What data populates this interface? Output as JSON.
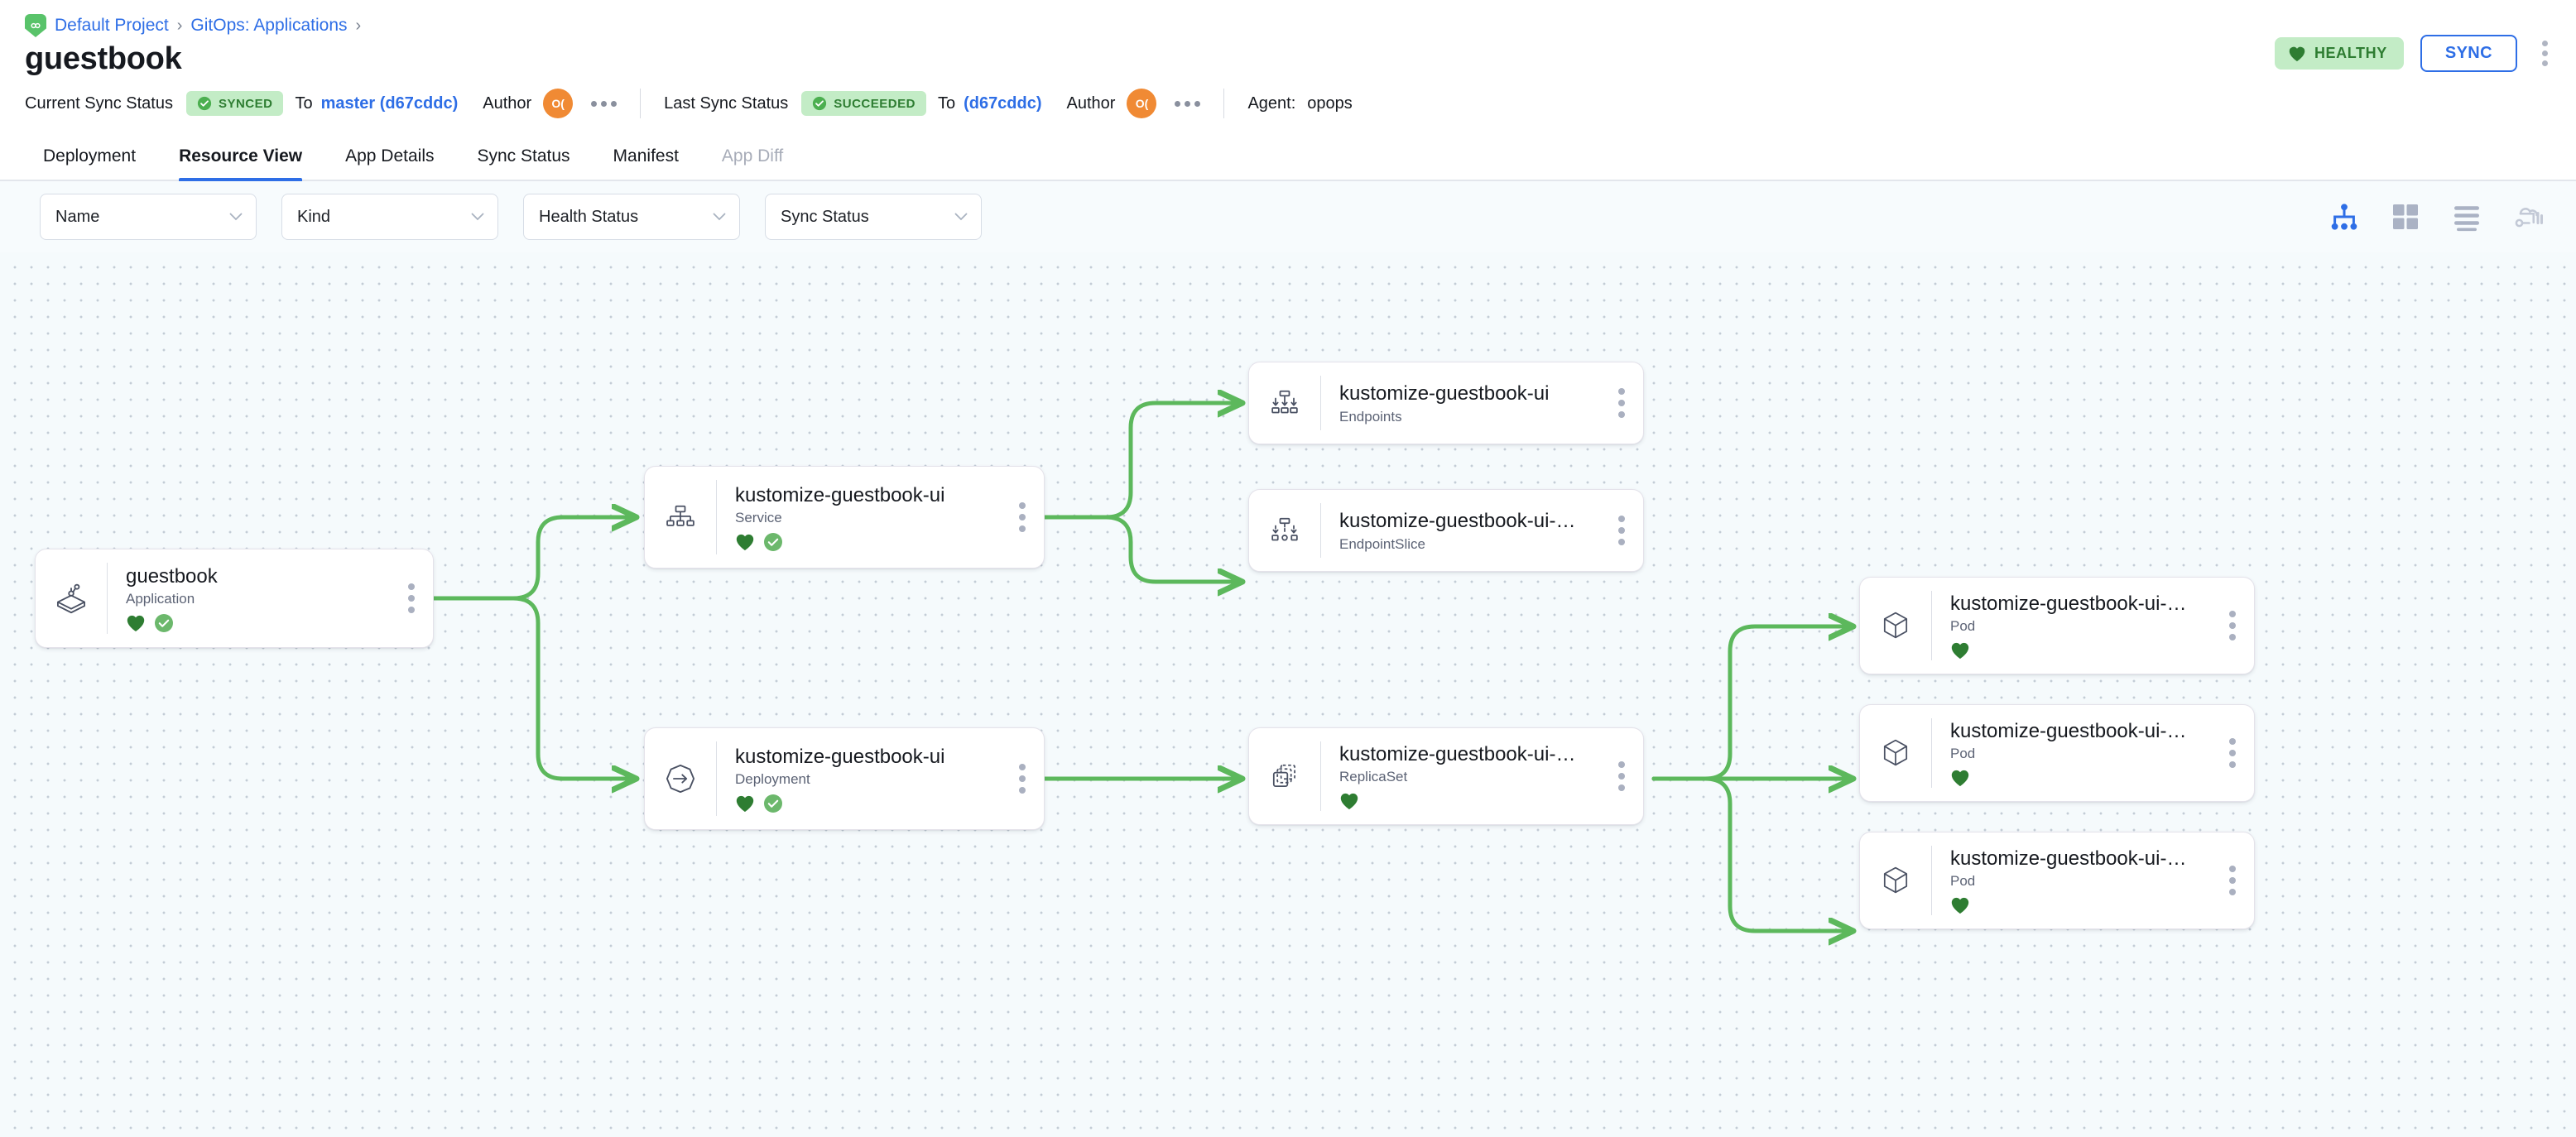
{
  "header": {
    "breadcrumb": [
      {
        "label": "Default Project",
        "icon": "harness-logo-icon"
      },
      {
        "label": "GitOps: Applications"
      }
    ],
    "separator": "›",
    "title": "guestbook",
    "health_badge": {
      "label": "HEALTHY",
      "icon": "heart-icon",
      "bg": "#c3ecc6",
      "fg": "#2e7d32"
    },
    "sync_button": {
      "label": "SYNC",
      "color": "#2e6ee6"
    },
    "more_menu_icon": "kebab-vertical-icon"
  },
  "status_bar": {
    "current_sync": {
      "label": "Current Sync Status",
      "chip": "SYNCED",
      "chip_icon": "check-circle-icon",
      "to_label": "To",
      "revision": "master (d67cddc)",
      "author_label": "Author",
      "author_initials": "O(",
      "more_icon": "kebab-horizontal-icon"
    },
    "last_sync": {
      "label": "Last Sync Status",
      "chip": "SUCCEEDED",
      "chip_icon": "check-circle-icon",
      "to_label": "To",
      "revision": "(d67cddc)",
      "author_label": "Author",
      "author_initials": "O(",
      "more_icon": "kebab-horizontal-icon"
    },
    "agent": {
      "label": "Agent:",
      "value": "opops"
    }
  },
  "tabs": [
    {
      "label": "Deployment",
      "active": false,
      "disabled": false
    },
    {
      "label": "Resource View",
      "active": true,
      "disabled": false
    },
    {
      "label": "App Details",
      "active": false,
      "disabled": false
    },
    {
      "label": "Sync Status",
      "active": false,
      "disabled": false
    },
    {
      "label": "Manifest",
      "active": false,
      "disabled": false
    },
    {
      "label": "App Diff",
      "active": false,
      "disabled": true
    }
  ],
  "toolbar": {
    "filters": [
      {
        "label": "Name",
        "icon": "chevron-down-icon"
      },
      {
        "label": "Kind",
        "icon": "chevron-down-icon"
      },
      {
        "label": "Health Status",
        "icon": "chevron-down-icon"
      },
      {
        "label": "Sync Status",
        "icon": "chevron-down-icon"
      }
    ],
    "view_modes": [
      {
        "name": "tree-view-icon",
        "active": true
      },
      {
        "name": "grid-view-icon",
        "active": false
      },
      {
        "name": "list-view-icon",
        "active": false
      },
      {
        "name": "network-view-icon",
        "active": false
      }
    ],
    "accent": "#2e6ee6"
  },
  "graph": {
    "edge_color": "#5cb85c",
    "nodes": [
      {
        "id": "app",
        "name": "guestbook",
        "kind": "Application",
        "icon": "application-icon",
        "health": true,
        "sync": true
      },
      {
        "id": "svc",
        "name": "kustomize-guestbook-ui",
        "kind": "Service",
        "icon": "service-icon",
        "health": true,
        "sync": true
      },
      {
        "id": "ep",
        "name": "kustomize-guestbook-ui",
        "kind": "Endpoints",
        "icon": "endpoints-icon",
        "health": false,
        "sync": false
      },
      {
        "id": "eps",
        "name": "kustomize-guestbook-ui-…",
        "kind": "EndpointSlice",
        "icon": "endpointslice-icon",
        "health": false,
        "sync": false
      },
      {
        "id": "deploy",
        "name": "kustomize-guestbook-ui",
        "kind": "Deployment",
        "icon": "deployment-icon",
        "health": true,
        "sync": true
      },
      {
        "id": "rs",
        "name": "kustomize-guestbook-ui-…",
        "kind": "ReplicaSet",
        "icon": "replicaset-icon",
        "health": true,
        "sync": false
      },
      {
        "id": "pod1",
        "name": "kustomize-guestbook-ui-…",
        "kind": "Pod",
        "icon": "pod-icon",
        "health": true,
        "sync": false
      },
      {
        "id": "pod2",
        "name": "kustomize-guestbook-ui-…",
        "kind": "Pod",
        "icon": "pod-icon",
        "health": true,
        "sync": false
      },
      {
        "id": "pod3",
        "name": "kustomize-guestbook-ui-…",
        "kind": "Pod",
        "icon": "pod-icon",
        "health": true,
        "sync": false
      }
    ],
    "node_menu_icon": "kebab-vertical-icon"
  }
}
